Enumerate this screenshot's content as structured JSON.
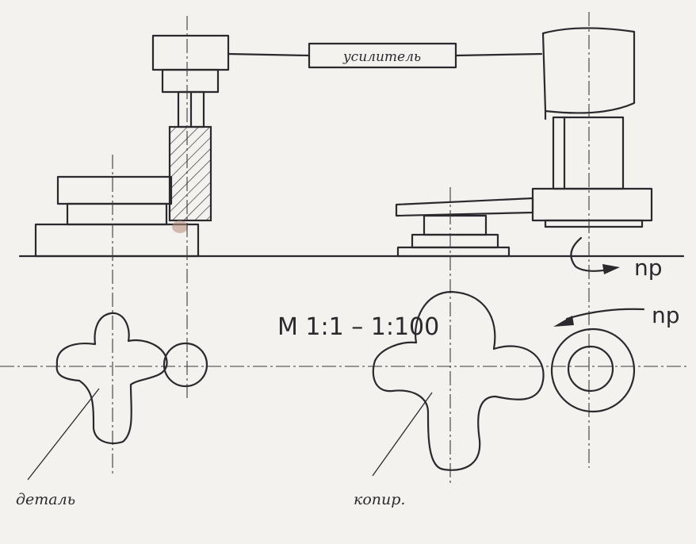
{
  "labels": {
    "amplifier": "усилитель",
    "scale": "М 1:1 – 1:100",
    "part": "деталь",
    "copier": "копир.",
    "np_top": "nр",
    "np_bottom": "nр"
  },
  "colors": {
    "paper": "#f4f2ee",
    "ink": "#2a2a2e",
    "stain": "#b58a78"
  }
}
